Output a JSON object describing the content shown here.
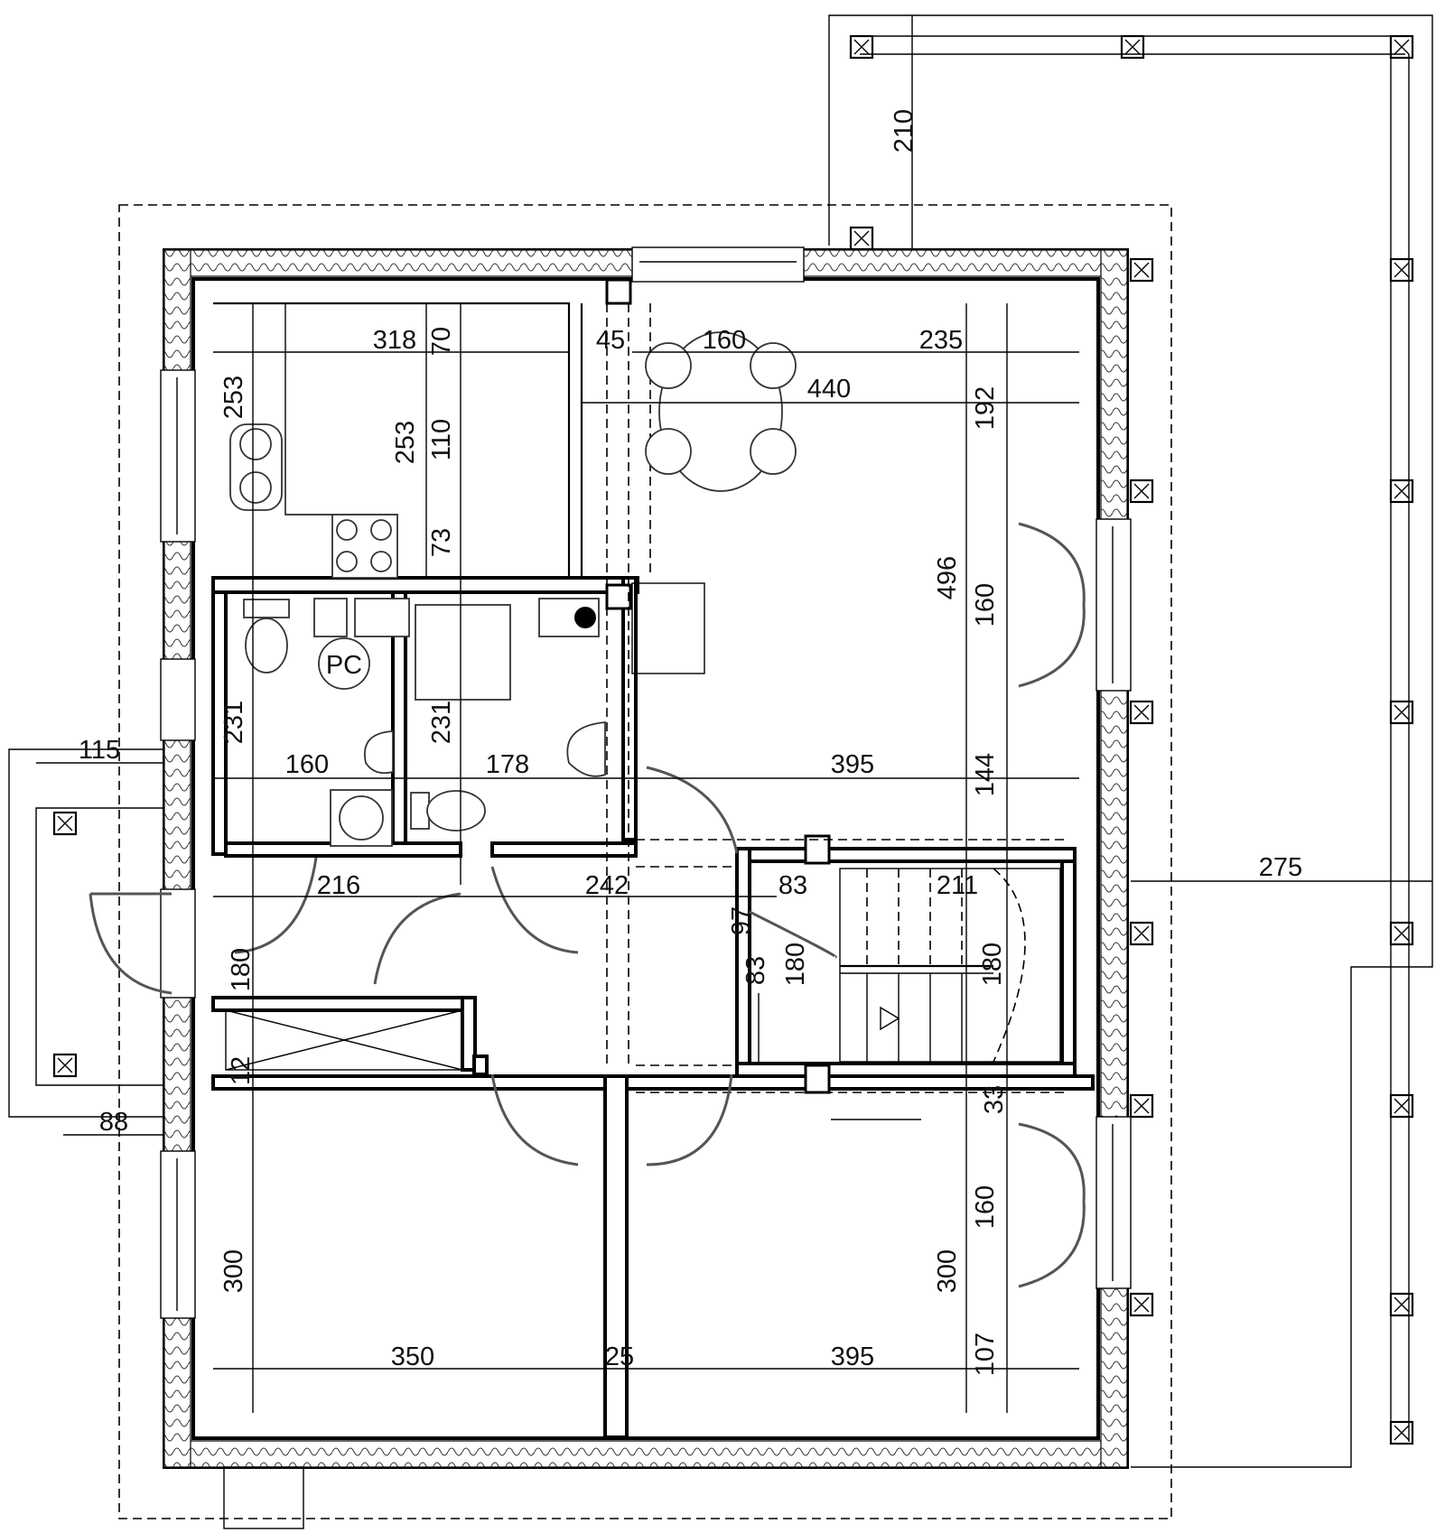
{
  "dimensions": {
    "terrace_depth": "210",
    "kitchen_width": "318",
    "kitchen_window_offset": "70",
    "kitchen_door_gap": "45",
    "table_width": "160",
    "living_right_width": "235",
    "living_width": "440",
    "kitchen_depth_left": "253",
    "kitchen_depth_inner": "253",
    "kitchen_counter_gap": "110",
    "kitchen_counter": "73",
    "living_top_seg": "192",
    "living_depth": "496",
    "door_width_upper": "160",
    "bath1_depth": "231",
    "bath2_depth": "231",
    "entry_overhang": "115",
    "bath1_width": "160",
    "bath2_width": "178",
    "living_lower_width": "395",
    "living_bottom_seg": "144",
    "terrace_side": "275",
    "hall_width_left": "216",
    "hall_width_mid": "242",
    "stair_landing": "83",
    "stair_length": "211",
    "stair_small_97": "97",
    "stair_small_83": "83",
    "hall_depth": "180",
    "stair_width": "180",
    "closet_depth": "180",
    "closet_gap": "12",
    "entry_offset": "88",
    "bed_gap_33": "33",
    "door_width_lower": "160",
    "bedroom1_depth": "300",
    "bedroom2_depth": "300",
    "bedroom1_width": "350",
    "partition": "25",
    "bedroom2_width": "395",
    "bedroom_bottom_seg": "107"
  },
  "labels": {
    "boiler_room": "PC"
  }
}
